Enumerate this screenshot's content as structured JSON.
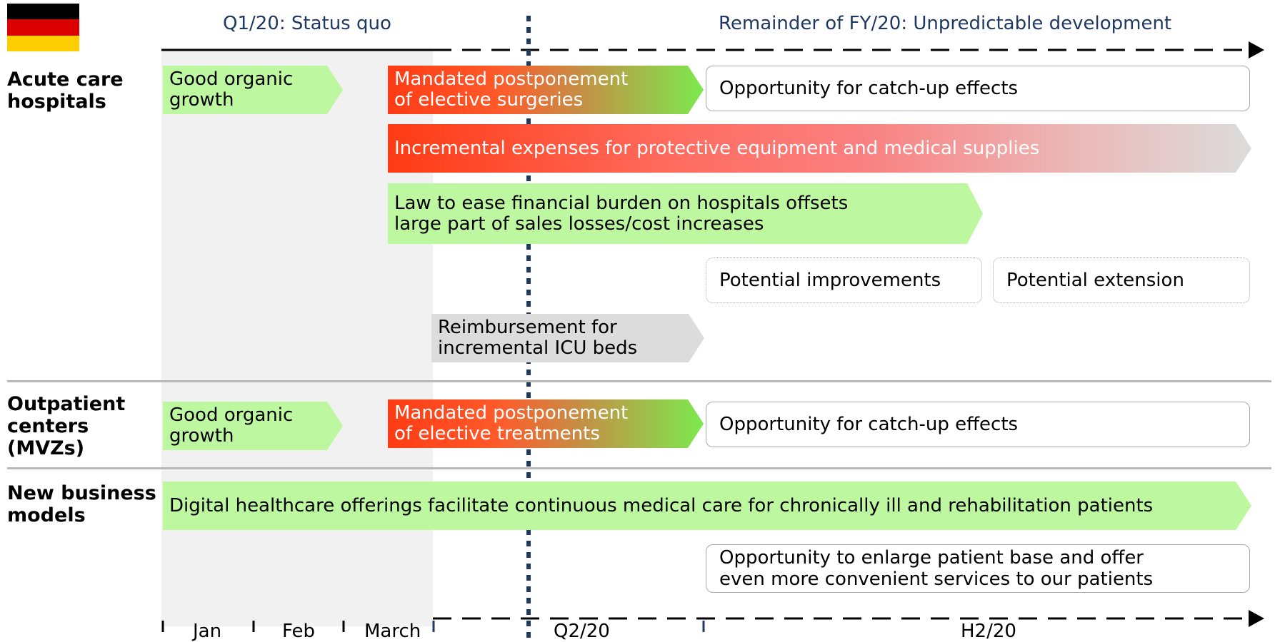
{
  "header": {
    "left_title": "Q1/20: Status quo",
    "right_title": "Remainder of FY/20: Unpredictable development"
  },
  "flag": {
    "colors": [
      "#000000",
      "#dd0000",
      "#ffce00"
    ]
  },
  "rows": {
    "acute": "Acute care\nhospitals",
    "outpatient": "Outpatient\ncenters\n(MVZs)",
    "newbiz": "New business\nmodels"
  },
  "bars": {
    "acute_growth": "Good organic\ngrowth",
    "acute_postpone": "Mandated postponement\nof elective surgeries",
    "acute_catchup": "Opportunity for catch-up effects",
    "acute_expenses": "Incremental expenses for protective equipment and medical supplies",
    "acute_law": "Law to ease financial burden on hospitals offsets\nlarge part of sales losses/cost increases",
    "acute_improve": "Potential improvements",
    "acute_extension": "Potential extension",
    "acute_icu": "Reimbursement for\nincremental ICU beds",
    "mvz_growth": "Good organic\ngrowth",
    "mvz_postpone": "Mandated postponement\nof elective treatments",
    "mvz_catchup": "Opportunity for catch-up effects",
    "digital": "Digital healthcare offerings facilitate continuous medical care for chronically ill and rehabilitation patients",
    "enlarge": "Opportunity to enlarge patient base and offer\neven more convenient services to our patients"
  },
  "timeline": {
    "jan": "Jan",
    "feb": "Feb",
    "march": "March",
    "q2": "Q2/20",
    "h2": "H2/20"
  },
  "colors": {
    "accent_navy": "#1f3864",
    "positive_green": "#bdf7a0",
    "negative_red": "#ff3b14",
    "neutral_grey": "#dcdcdc"
  }
}
